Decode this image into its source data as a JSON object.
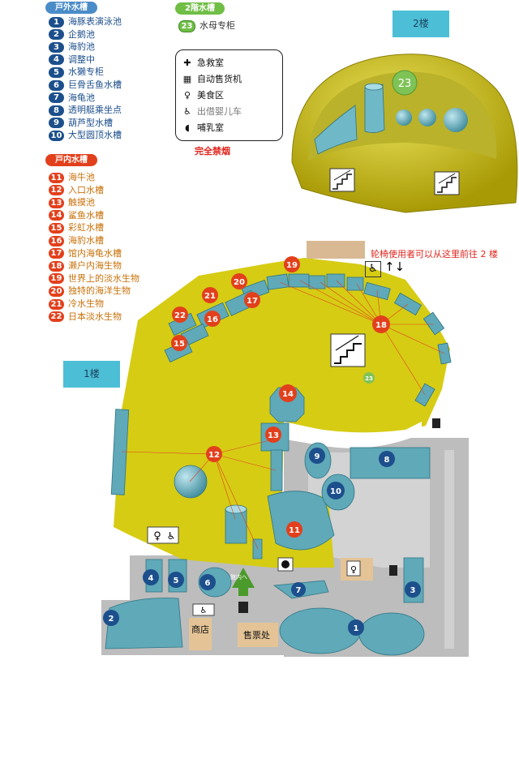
{
  "outdoor": {
    "header": "戸外水槽",
    "items": [
      {
        "num": "1",
        "label": "海豚表演泳池"
      },
      {
        "num": "2",
        "label": "企鹅池"
      },
      {
        "num": "3",
        "label": "海豹池"
      },
      {
        "num": "4",
        "label": "调整中"
      },
      {
        "num": "5",
        "label": "水獭专柜"
      },
      {
        "num": "6",
        "label": "巨骨舌鱼水槽"
      },
      {
        "num": "7",
        "label": "海龟池"
      },
      {
        "num": "8",
        "label": "透明艇乘坐点"
      },
      {
        "num": "9",
        "label": "葫芦型水槽"
      },
      {
        "num": "10",
        "label": "大型圆顶水槽"
      }
    ]
  },
  "floor2": {
    "header": "2階水槽",
    "items": [
      {
        "num": "23",
        "label": "水母专柜"
      }
    ]
  },
  "indoor": {
    "header": "戸内水槽",
    "items": [
      {
        "num": "11",
        "label": "海牛池"
      },
      {
        "num": "12",
        "label": "入口水槽"
      },
      {
        "num": "13",
        "label": "触摸池"
      },
      {
        "num": "14",
        "label": "鲨鱼水槽"
      },
      {
        "num": "15",
        "label": "彩虹水槽"
      },
      {
        "num": "16",
        "label": "海豹水槽"
      },
      {
        "num": "17",
        "label": "馆内海龟水槽"
      },
      {
        "num": "18",
        "label": "濑户内海生物"
      },
      {
        "num": "19",
        "label": "世界上的淡水生物"
      },
      {
        "num": "20",
        "label": "独特的海洋生物"
      },
      {
        "num": "21",
        "label": "冷水生物"
      },
      {
        "num": "22",
        "label": "日本淡水生物"
      }
    ]
  },
  "facilities": [
    {
      "icon": "first-aid-icon",
      "glyph": "✚",
      "label": "急救室"
    },
    {
      "icon": "vending-machine-icon",
      "glyph": "▦",
      "label": "自动售货机"
    },
    {
      "icon": "food-icon",
      "glyph": "♀",
      "label": "美食区"
    },
    {
      "icon": "stroller-icon",
      "glyph": "♿",
      "label": "出借婴儿车"
    },
    {
      "icon": "nursing-icon",
      "glyph": "◖",
      "label": "哺乳室"
    }
  ],
  "no_smoking": "完全禁烟",
  "wheelchair_note": "轮椅使用者可以从这里前往 2 楼",
  "floor_labels": {
    "f2": "2楼",
    "f1": "1楼"
  },
  "map_labels": {
    "shop": "商店",
    "ticket": "售票处",
    "exit": "館内へ"
  },
  "colors": {
    "outdoor": "#1c4f8c",
    "indoor": "#e2401c",
    "floor": "#d6cc14",
    "tank": "#5fa9b8",
    "path": "#bdbdbd"
  }
}
